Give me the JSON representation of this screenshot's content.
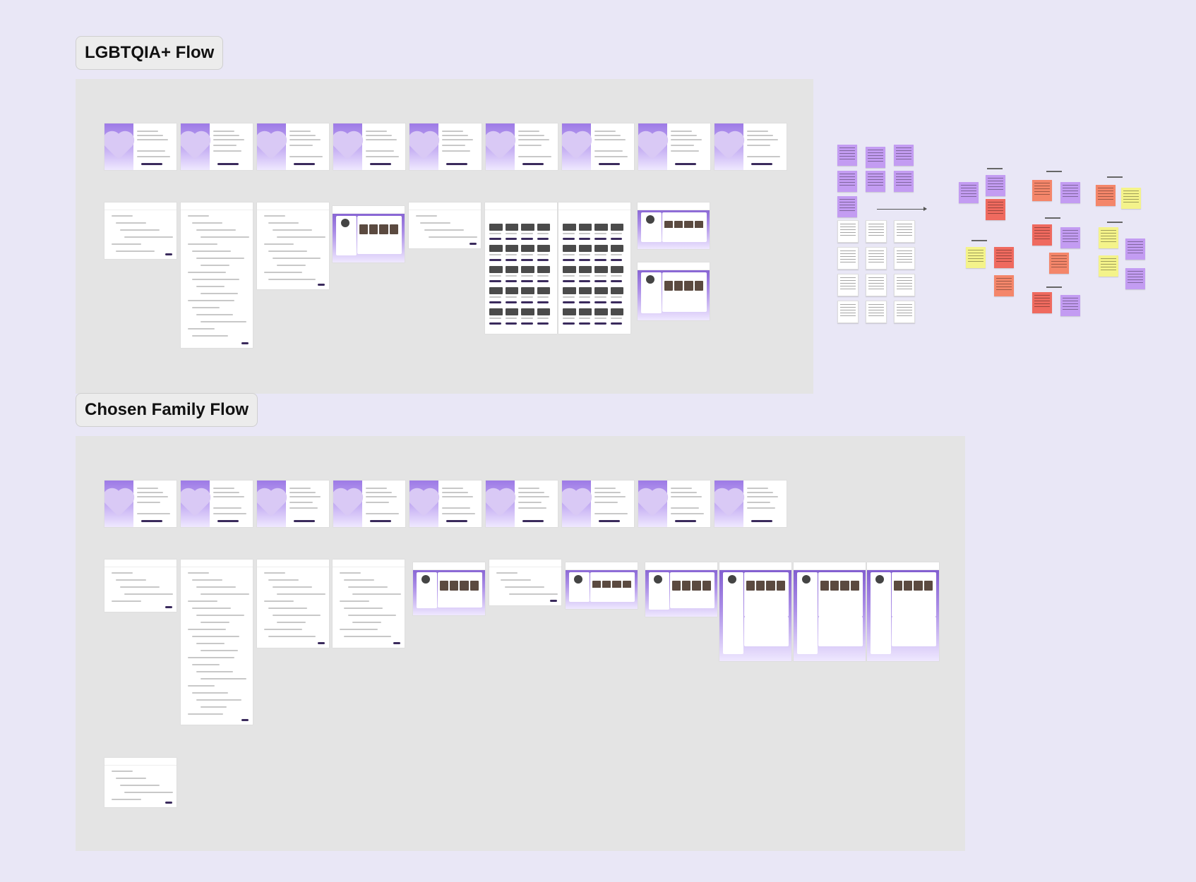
{
  "sections": [
    {
      "id": "lgbtqia",
      "label": "LGBTQIA+ Flow"
    },
    {
      "id": "chosen-family",
      "label": "Chosen Family Flow"
    }
  ],
  "colors": {
    "canvas": "#e9e7f6",
    "frame": "#e4e4e4",
    "brand_purple": "#9d7ae6",
    "sticky_purple": "#c39cf2",
    "sticky_red": "#ef6a5f",
    "sticky_orange": "#f4866a",
    "sticky_yellow": "#f4f38a"
  }
}
